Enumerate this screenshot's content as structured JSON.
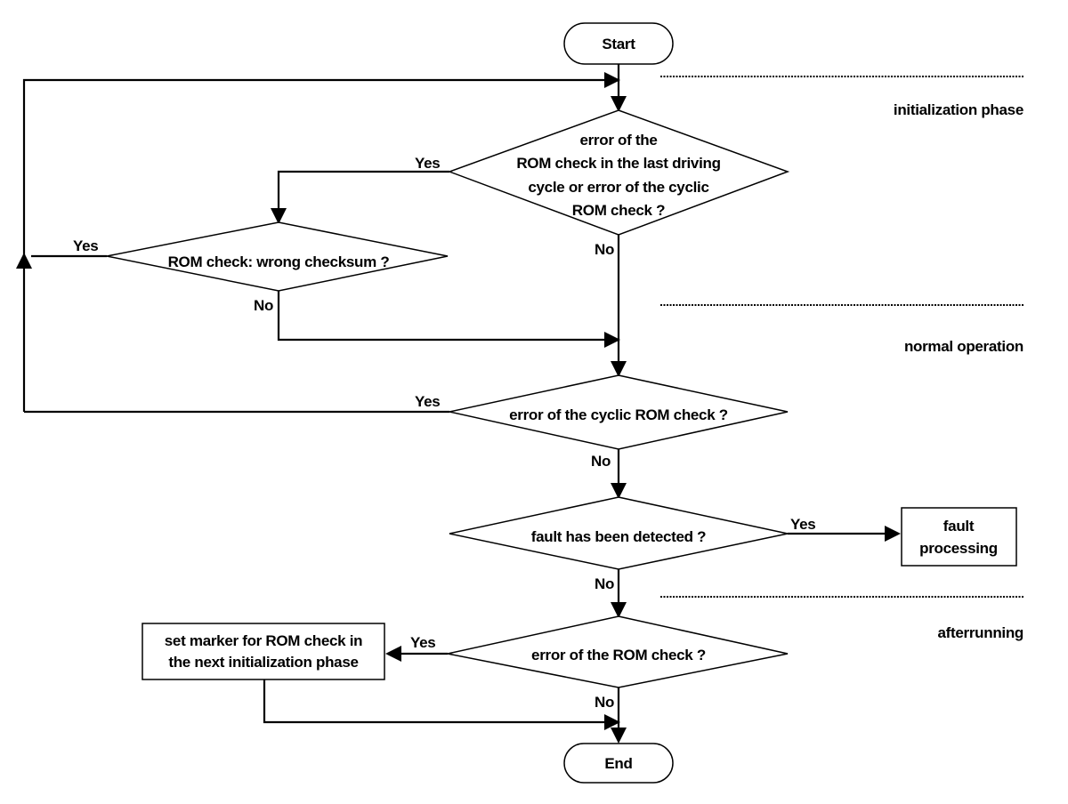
{
  "start_label": "Start",
  "end_label": "End",
  "phases": {
    "initialization": "initialization phase",
    "normal": "normal operation",
    "afterrunning": "afterrunning"
  },
  "decision_rom_last_cycle": {
    "lines": [
      "error of the",
      "ROM check in the last driving",
      "cycle or error of the cyclic",
      "ROM check ?"
    ]
  },
  "decision_checksum": {
    "text": "ROM check: wrong checksum ?"
  },
  "decision_cyclic": {
    "text": "error of the cyclic ROM check ?"
  },
  "decision_fault": {
    "text": "fault has been detected ?"
  },
  "decision_rom_error": {
    "text": "error of the ROM check ?"
  },
  "process_fault": {
    "lines": [
      "fault",
      "processing"
    ]
  },
  "process_marker": {
    "lines": [
      "set marker for ROM check in",
      "the next initialization phase"
    ]
  },
  "labels": {
    "yes": "Yes",
    "no": "No"
  }
}
